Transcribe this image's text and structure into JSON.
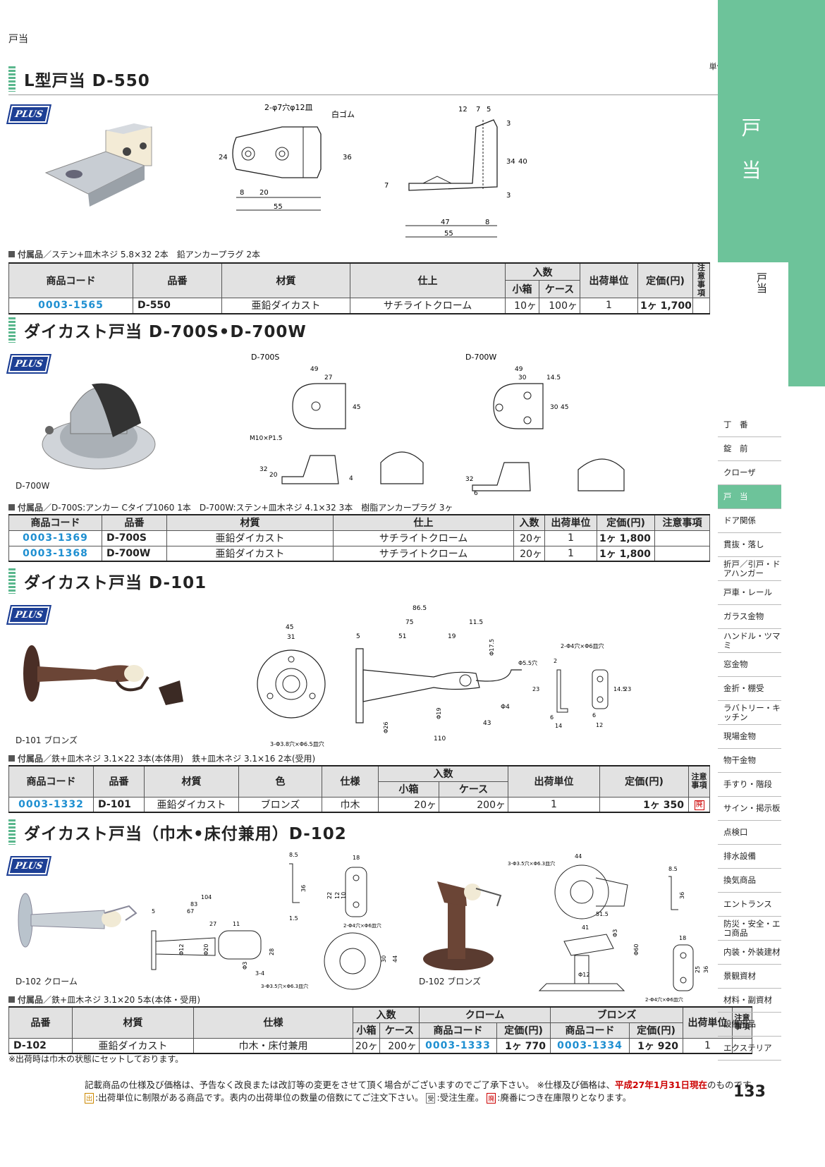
{
  "header": {
    "category": "戸当",
    "unit": "単位：mm"
  },
  "sidebar": {
    "big_label_1": "戸",
    "big_label_2": "当",
    "tab_label": "戸当",
    "menu": [
      "丁　番",
      "錠　前",
      "クローザ",
      "戸　当",
      "ドア関係",
      "貫抜・落し",
      "折戸／引戸・ドアハンガー",
      "戸車・レール",
      "ガラス金物",
      "ハンドル・ツマミ",
      "窓金物",
      "金折・棚受",
      "ラバトリー・キッチン",
      "現場金物",
      "物干金物",
      "手すり・階段",
      "サイン・掲示板",
      "点検口",
      "排水設備",
      "換気商品",
      "エントランス",
      "防災・安全・エコ商品",
      "内装・外装建材",
      "景観資材",
      "材料・副資材",
      "設備用品",
      "エクステリア"
    ],
    "active_index": 3
  },
  "brand_logo": "PLUS",
  "s1": {
    "title": "L型戸当 D-550",
    "acc_label": "付属品",
    "acc_text": "／ステン+皿木ネジ 5.8×32 2本　鉛アンカープラグ 2本",
    "headers": [
      "商品コード",
      "品番",
      "材質",
      "仕上",
      "入数",
      "小箱",
      "ケース",
      "出荷単位",
      "定価(円)",
      "注意事項"
    ],
    "rows": [
      {
        "code": "0003-1565",
        "model": "D-550",
        "material": "亜鉛ダイカスト",
        "finish": "サチライトクローム",
        "box": "10ヶ",
        "case": "100ヶ",
        "unit": "1",
        "price": "1ヶ 1,700"
      }
    ],
    "dims": {
      "holes": "2-φ7穴φ12皿",
      "rubber": "白ゴム",
      "d24": "24",
      "d36": "36",
      "d8": "8",
      "d20": "20",
      "d55": "55",
      "d12": "12",
      "d7": "7",
      "d5": "5",
      "d3": "3",
      "d34": "34",
      "d40": "40",
      "d7b": "7",
      "d47": "47",
      "d8b": "8",
      "d55b": "55",
      "d3b": "3"
    }
  },
  "s2": {
    "title": "ダイカスト戸当 D-700S•D-700W",
    "photo_caption": "D-700W",
    "label_s": "D-700S",
    "label_w": "D-700W",
    "thread": "M10×P1.5",
    "acc_label": "付属品",
    "acc_text": "／D-700S:アンカー Cタイプ1060 1本　D-700W:ステン+皿木ネジ 4.1×32 3本　樹脂アンカープラグ 3ヶ",
    "headers": [
      "商品コード",
      "品番",
      "材質",
      "仕上",
      "入数",
      "出荷単位",
      "定価(円)",
      "注意事項"
    ],
    "rows": [
      {
        "code": "0003-1369",
        "model": "D-700S",
        "material": "亜鉛ダイカスト",
        "finish": "サチライトクローム",
        "qty": "20ヶ",
        "unit": "1",
        "price": "1ヶ 1,800"
      },
      {
        "code": "0003-1368",
        "model": "D-700W",
        "material": "亜鉛ダイカスト",
        "finish": "サチライトクローム",
        "qty": "20ヶ",
        "unit": "1",
        "price": "1ヶ 1,800"
      }
    ],
    "dims": {
      "d49": "49",
      "d27": "27",
      "d45": "45",
      "d32": "32",
      "d20": "20",
      "d4": "4",
      "d49w": "49",
      "d30": "30",
      "d14_5": "14.5",
      "d30v": "30",
      "d45w": "45",
      "d32w": "32",
      "d6": "6"
    }
  },
  "s3": {
    "title": "ダイカスト戸当 D-101",
    "photo_caption": "D-101 ブロンズ",
    "acc_label": "付属品",
    "acc_text": "／鉄+皿木ネジ 3.1×22 3本(本体用)　鉄+皿木ネジ 3.1×16 2本(受用)",
    "headers": [
      "商品コード",
      "品番",
      "材質",
      "色",
      "仕様",
      "入数",
      "小箱",
      "ケース",
      "出荷単位",
      "定価(円)",
      "注意事項"
    ],
    "rows": [
      {
        "code": "0003-1332",
        "model": "D-101",
        "material": "亜鉛ダイカスト",
        "color": "ブロンズ",
        "spec": "巾木",
        "box": "20ヶ",
        "case": "200ヶ",
        "unit": "1",
        "price": "1ヶ 350",
        "note": "廃"
      }
    ],
    "dims": {
      "d45": "45",
      "d31": "31",
      "holes3": "3-Φ3.8穴×Φ6.5皿穴",
      "d86_5": "86.5",
      "d75": "75",
      "d11_5": "11.5",
      "d5": "5",
      "d51": "51",
      "d19": "19",
      "d17_5": "Φ17.5",
      "d19v": "Φ19",
      "d26": "Φ26",
      "d4": "Φ4",
      "d43": "43",
      "d110": "110",
      "d5_5": "Φ5.5穴",
      "d2": "2",
      "d23": "23",
      "d6": "6",
      "d14": "14",
      "holes2": "2-Φ4穴×Φ6皿穴",
      "d14_5": "14.5",
      "d23b": "23",
      "d6b": "6",
      "d12": "12"
    }
  },
  "s4": {
    "title": "ダイカスト戸当（巾木•床付兼用）D-102",
    "photo_caption_1": "D-102 クローム",
    "photo_caption_2": "D-102 ブロンズ",
    "acc_label": "付属品",
    "acc_text": "／鉄+皿木ネジ 3.1×20 5本(本体・受用)",
    "headers": [
      "品番",
      "材質",
      "仕様",
      "入数",
      "小箱",
      "ケース",
      "クローム",
      "ブロンズ",
      "商品コード",
      "定価(円)",
      "商品コード",
      "定価(円)",
      "出荷単位",
      "注意事項"
    ],
    "rows": [
      {
        "model": "D-102",
        "material": "亜鉛ダイカスト",
        "spec": "巾木・床付兼用",
        "box": "20ヶ",
        "case": "200ヶ",
        "code_c": "0003-1333",
        "price_c": "1ヶ 770",
        "code_b": "0003-1334",
        "price_b": "1ヶ 920",
        "unit": "1"
      }
    ],
    "note": "※出荷時は巾木の状態にセットしております。",
    "dims": {
      "d104": "104",
      "d83": "83",
      "d67": "67",
      "d5": "5",
      "d27": "27",
      "d11": "11",
      "d12": "Φ12",
      "d20": "Φ20",
      "d28": "28",
      "d3": "Φ3",
      "d3_4": "3-4",
      "d8_5": "8.5",
      "d36": "36",
      "d1_5": "1.5",
      "d18": "18",
      "d22": "22",
      "d12b": "12",
      "d10": "10",
      "holes2": "2-Φ4穴×Φ6皿穴",
      "d30": "30",
      "d44": "44",
      "holes3": "3-Φ3.5穴×Φ6.3皿穴",
      "d44b": "44",
      "d41": "41",
      "d51_5": "51.5",
      "d3b": "Φ3",
      "d60": "Φ60",
      "d12c": "Φ12",
      "holes3b": "3-Φ3.5穴×Φ6.3皿穴",
      "d8_5b": "8.5",
      "d36b": "36",
      "d18b": "18",
      "d25": "25",
      "d36c": "36",
      "holes2b": "2-Φ4穴×Φ6皿穴"
    }
  },
  "footer": {
    "line1_a": "記載商品の仕様及び価格は、予告なく改良または改訂等の変更をさせて頂く場合がございますのでご了承下さい。",
    "line1_b": "※仕様及び価格は、",
    "line1_red": "平成27年1月31日現在",
    "line1_c": "のものです。",
    "mark1": "出",
    "line2_a": ":出荷単位に制限がある商品です。表内の出荷単位の数量の倍数にてご注文下さい。",
    "mark2": "受",
    "line2_b": ":受注生産。",
    "mark3": "廃",
    "line2_c": ":廃番につき在庫限りとなります。",
    "page_number": "133"
  }
}
